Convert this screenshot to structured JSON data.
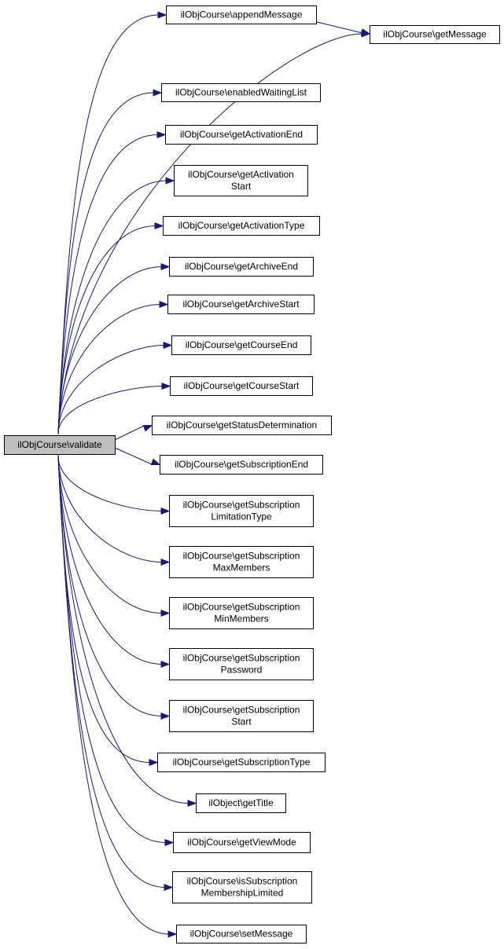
{
  "graph": {
    "root": {
      "label": "ilObjCourse\\validate"
    },
    "callees": [
      {
        "id": "appendMessage",
        "lines": [
          "ilObjCourse\\appendMessage"
        ]
      },
      {
        "id": "getMessage",
        "lines": [
          "ilObjCourse\\getMessage"
        ]
      },
      {
        "id": "enabledWaitingList",
        "lines": [
          "ilObjCourse\\enabledWaitingList"
        ]
      },
      {
        "id": "getActivationEnd",
        "lines": [
          "ilObjCourse\\getActivationEnd"
        ]
      },
      {
        "id": "getActivationStart",
        "lines": [
          "ilObjCourse\\getActivation",
          "Start"
        ]
      },
      {
        "id": "getActivationType",
        "lines": [
          "ilObjCourse\\getActivationType"
        ]
      },
      {
        "id": "getArchiveEnd",
        "lines": [
          "ilObjCourse\\getArchiveEnd"
        ]
      },
      {
        "id": "getArchiveStart",
        "lines": [
          "ilObjCourse\\getArchiveStart"
        ]
      },
      {
        "id": "getCourseEnd",
        "lines": [
          "ilObjCourse\\getCourseEnd"
        ]
      },
      {
        "id": "getCourseStart",
        "lines": [
          "ilObjCourse\\getCourseStart"
        ]
      },
      {
        "id": "getStatusDetermination",
        "lines": [
          "ilObjCourse\\getStatusDetermination"
        ]
      },
      {
        "id": "getSubscriptionEnd",
        "lines": [
          "ilObjCourse\\getSubscriptionEnd"
        ]
      },
      {
        "id": "getSubscriptionLimitationType",
        "lines": [
          "ilObjCourse\\getSubscription",
          "LimitationType"
        ]
      },
      {
        "id": "getSubscriptionMaxMembers",
        "lines": [
          "ilObjCourse\\getSubscription",
          "MaxMembers"
        ]
      },
      {
        "id": "getSubscriptionMinMembers",
        "lines": [
          "ilObjCourse\\getSubscription",
          "MinMembers"
        ]
      },
      {
        "id": "getSubscriptionPassword",
        "lines": [
          "ilObjCourse\\getSubscription",
          "Password"
        ]
      },
      {
        "id": "getSubscriptionStart",
        "lines": [
          "ilObjCourse\\getSubscription",
          "Start"
        ]
      },
      {
        "id": "getSubscriptionType",
        "lines": [
          "ilObjCourse\\getSubscriptionType"
        ]
      },
      {
        "id": "getTitle",
        "lines": [
          "ilObject\\getTitle"
        ]
      },
      {
        "id": "getViewMode",
        "lines": [
          "ilObjCourse\\getViewMode"
        ]
      },
      {
        "id": "isSubscriptionMembershipLimited",
        "lines": [
          "ilObjCourse\\isSubscription",
          "MembershipLimited"
        ]
      },
      {
        "id": "setMessage",
        "lines": [
          "ilObjCourse\\setMessage"
        ]
      }
    ],
    "edges": [
      [
        "validate",
        "appendMessage"
      ],
      [
        "validate",
        "getMessage"
      ],
      [
        "appendMessage",
        "getMessage"
      ],
      [
        "validate",
        "enabledWaitingList"
      ],
      [
        "validate",
        "getActivationEnd"
      ],
      [
        "validate",
        "getActivationStart"
      ],
      [
        "validate",
        "getActivationType"
      ],
      [
        "validate",
        "getArchiveEnd"
      ],
      [
        "validate",
        "getArchiveStart"
      ],
      [
        "validate",
        "getCourseEnd"
      ],
      [
        "validate",
        "getCourseStart"
      ],
      [
        "validate",
        "getStatusDetermination"
      ],
      [
        "validate",
        "getSubscriptionEnd"
      ],
      [
        "validate",
        "getSubscriptionLimitationType"
      ],
      [
        "validate",
        "getSubscriptionMaxMembers"
      ],
      [
        "validate",
        "getSubscriptionMinMembers"
      ],
      [
        "validate",
        "getSubscriptionPassword"
      ],
      [
        "validate",
        "getSubscriptionStart"
      ],
      [
        "validate",
        "getSubscriptionType"
      ],
      [
        "validate",
        "getTitle"
      ],
      [
        "validate",
        "getViewMode"
      ],
      [
        "validate",
        "isSubscriptionMembershipLimited"
      ],
      [
        "validate",
        "setMessage"
      ]
    ]
  }
}
